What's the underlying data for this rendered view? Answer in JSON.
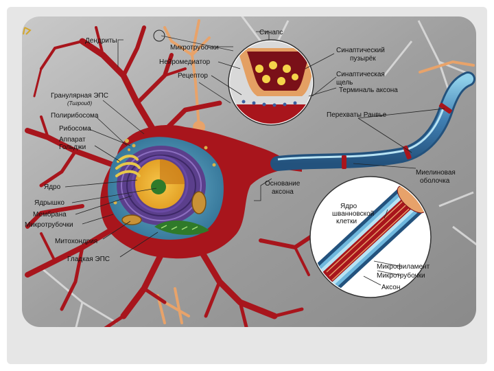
{
  "labels": {
    "dendrites": "Дендриты",
    "microtubules_top": "Микротрубочки",
    "neurotransmitter": "Нейромедиатор",
    "receptor": "Рецептор",
    "synapse": "Синапс",
    "synaptic_vesicle_1": "Синаптический",
    "synaptic_vesicle_2": "пузырёк",
    "synaptic_cleft_1": "Синаптическая",
    "synaptic_cleft_2": "щель",
    "axon_terminal": "Терминаль аксона",
    "nodes_ranvier": "Перехваты Ранвье",
    "rough_er": "Гранулярная ЭПС",
    "rough_er_note": "(Тигроид)",
    "polyribosome": "Полирибосома",
    "ribosome": "Рибосома",
    "golgi_1": "Аппарат",
    "golgi_2": "Гольджи",
    "nucleus": "Ядро",
    "nucleolus": "Ядрышко",
    "membrane": "Мембрана",
    "microtubules_left": "Микротрубочки",
    "mitochondrion": "Митохондрия",
    "smooth_er": "Гладкая ЭПС",
    "axon_hillock_1": "Основание",
    "axon_hillock_2": "аксона",
    "myelin_1": "Миелиновая",
    "myelin_2": "оболочка",
    "schwann_1": "Ядро",
    "schwann_2": "шванновской",
    "schwann_3": "клетки",
    "microfilament": "Микрофиламент",
    "microtubules_inset": "Микротрубочки",
    "axon": "Аксон"
  },
  "colors": {
    "dendrite_red": "#a8151c",
    "myelin_blue": "#3f7db0",
    "nucleus_purple": "#5b3f8c",
    "cytoplasm_teal": "#4a8fae",
    "nucleolus_green": "#2f7a2a",
    "background_gray": "#a7a7a7",
    "orange_branch": "#e8a36a"
  }
}
